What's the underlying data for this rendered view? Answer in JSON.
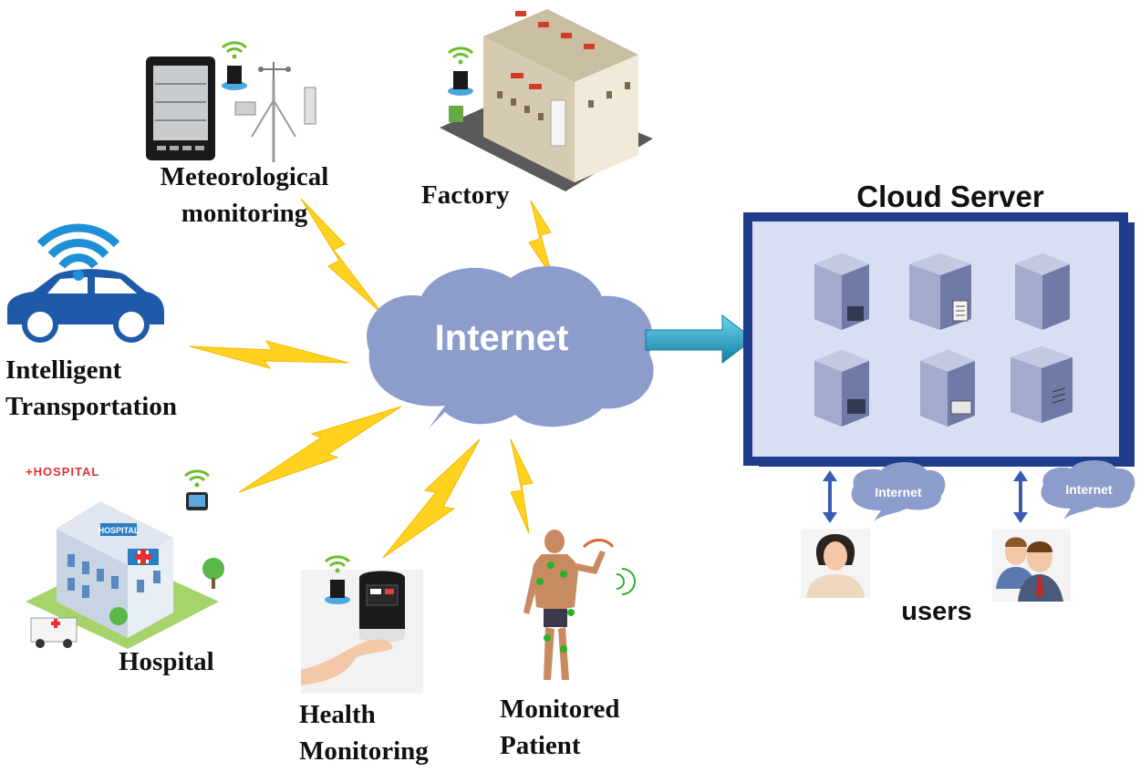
{
  "center": {
    "label": "Internet"
  },
  "sources": {
    "meteorological": {
      "line1": "Meteorological",
      "line2": "monitoring"
    },
    "factory": {
      "label": "Factory"
    },
    "transportation": {
      "line1": "Intelligent",
      "line2": "Transportation"
    },
    "hospital": {
      "label": "Hospital",
      "sign": "+HOSPITAL",
      "roof_sign": "HOSPITAL"
    },
    "health": {
      "line1": "Health",
      "line2": "Monitoring"
    },
    "patient": {
      "line1": "Monitored",
      "line2": "Patient"
    }
  },
  "cloud_server": {
    "title": "Cloud Server"
  },
  "users": {
    "label": "users",
    "link_left": "Internet",
    "link_right": "Internet"
  },
  "colors": {
    "cloud_fill": "#8c9ccb",
    "server_panel": "#d9dff2",
    "server_border": "#1f3d8c",
    "bolt": "#ffd21f",
    "arrow": "#1ba6c9",
    "user_arrow": "#3b5bb5"
  },
  "icons": [
    "wifi-icon",
    "car-icon",
    "weather-station-icon",
    "factory-icon",
    "hospital-icon",
    "oximeter-icon",
    "body-sensor-icon",
    "server-icon",
    "user-icon"
  ]
}
